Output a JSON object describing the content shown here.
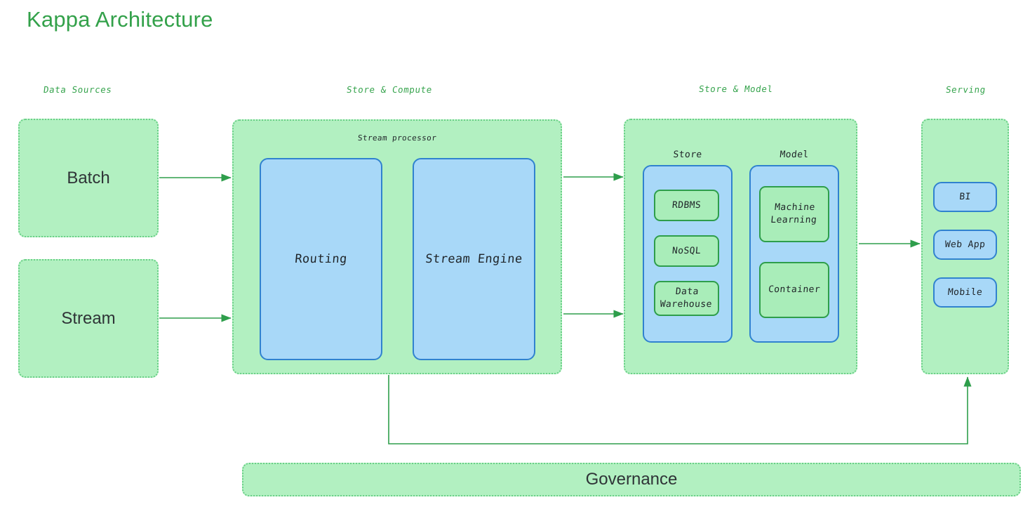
{
  "page": {
    "title": "Kappa Architecture",
    "background": "#ffffff",
    "title_color": "#33a14a"
  },
  "palette": {
    "group_fill": "#b2f0c1",
    "group_border": "#69cf86",
    "blue_fill": "#a8d8f8",
    "blue_border": "#3082cf",
    "green_fill": "#a9edb9",
    "green_border": "#2e9e4b",
    "arrow": "#2e9e4b",
    "text_dark": "#2f3437",
    "header_green": "#35a34c"
  },
  "columns": [
    {
      "id": "data-sources",
      "label": "Data Sources"
    },
    {
      "id": "store-compute",
      "label": "Store & Compute"
    },
    {
      "id": "store-model",
      "label": "Store & Model"
    },
    {
      "id": "serving",
      "label": "Serving"
    }
  ],
  "data_sources": {
    "nodes": [
      {
        "id": "batch",
        "label": "Batch"
      },
      {
        "id": "stream",
        "label": "Stream"
      }
    ]
  },
  "store_compute": {
    "group_label": "Stream processor",
    "nodes": [
      {
        "id": "routing",
        "label": "Routing"
      },
      {
        "id": "stream-engine",
        "label": "Stream Engine"
      }
    ]
  },
  "store_model": {
    "store": {
      "label": "Store",
      "items": [
        {
          "id": "rdbms",
          "label": "RDBMS"
        },
        {
          "id": "nosql",
          "label": "NoSQL"
        },
        {
          "id": "data-warehouse",
          "label": "Data\nWarehouse"
        }
      ]
    },
    "model": {
      "label": "Model",
      "items": [
        {
          "id": "machine-learning",
          "label": "Machine\nLearning"
        },
        {
          "id": "container",
          "label": "Container"
        }
      ]
    }
  },
  "serving": {
    "nodes": [
      {
        "id": "bi",
        "label": "BI"
      },
      {
        "id": "web-app",
        "label": "Web App"
      },
      {
        "id": "mobile",
        "label": "Mobile"
      }
    ]
  },
  "governance": {
    "label": "Governance"
  },
  "connections": [
    {
      "id": "batch-to-processor",
      "from": "batch",
      "to": "stream-processor"
    },
    {
      "id": "stream-to-processor",
      "from": "stream",
      "to": "stream-processor"
    },
    {
      "id": "processor-to-model-top",
      "from": "stream-processor",
      "to": "store-model"
    },
    {
      "id": "processor-to-model-bot",
      "from": "stream-processor",
      "to": "store-model"
    },
    {
      "id": "model-to-serving",
      "from": "store-model",
      "to": "serving"
    },
    {
      "id": "feedback-loop",
      "from": "stream-processor",
      "to": "serving"
    }
  ]
}
